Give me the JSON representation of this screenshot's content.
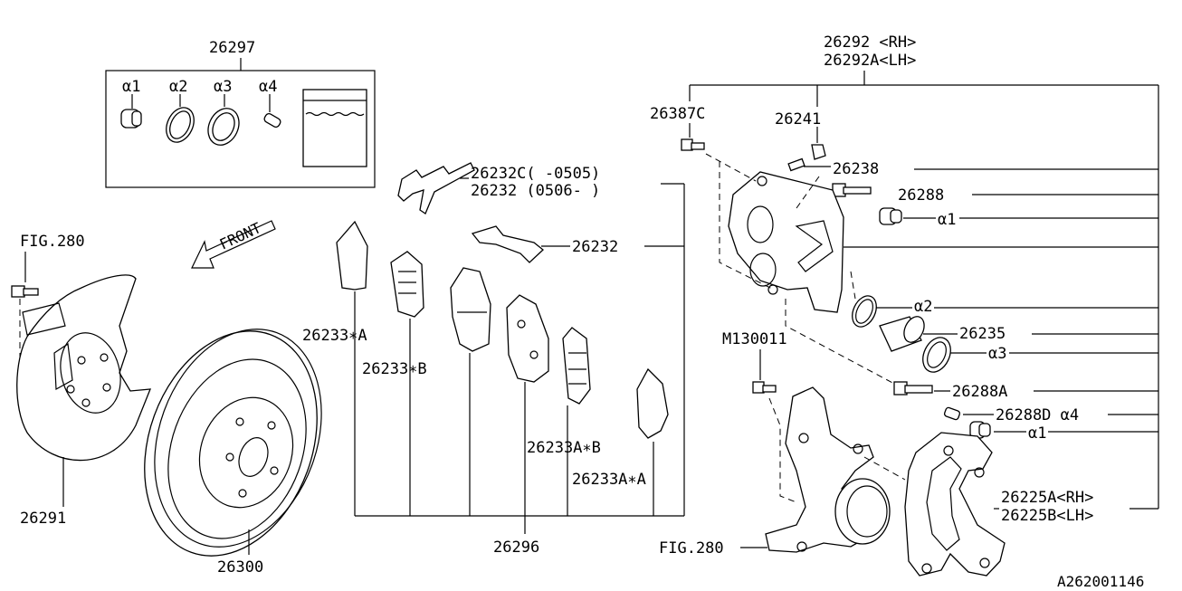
{
  "kit": {
    "number": "26297",
    "items": [
      "α1",
      "α2",
      "α3",
      "α4"
    ]
  },
  "labels": {
    "fig280_top": "FIG.280",
    "front": "FRONT",
    "p26291": "26291",
    "p26300": "26300",
    "p26233A_star": "26233∗A",
    "p26233B_star": "26233∗B",
    "p26296": "26296",
    "p26233AB": "26233A∗B",
    "p26233AA": "26233A∗A",
    "p26232C": "26232C(  -0505)",
    "p26232_range": "26232 (0506-  )",
    "p26232": "26232",
    "p26292": "26292 <RH>",
    "p26292A": "26292A<LH>",
    "p26387C": "26387C",
    "p26241": "26241",
    "p26238": "26238",
    "p26288": "26288",
    "a1_top": "α1",
    "a2": "α2",
    "p26235": "26235",
    "a3": "α3",
    "m130011": "M130011",
    "p26288A": "26288A",
    "p26288D": "26288D α4",
    "a1_bottom": "α1",
    "p26225A": "26225A<RH>",
    "p26225B": "26225B<LH>",
    "fig280_bottom": "FIG.280",
    "diagram_id": "A262001146"
  }
}
